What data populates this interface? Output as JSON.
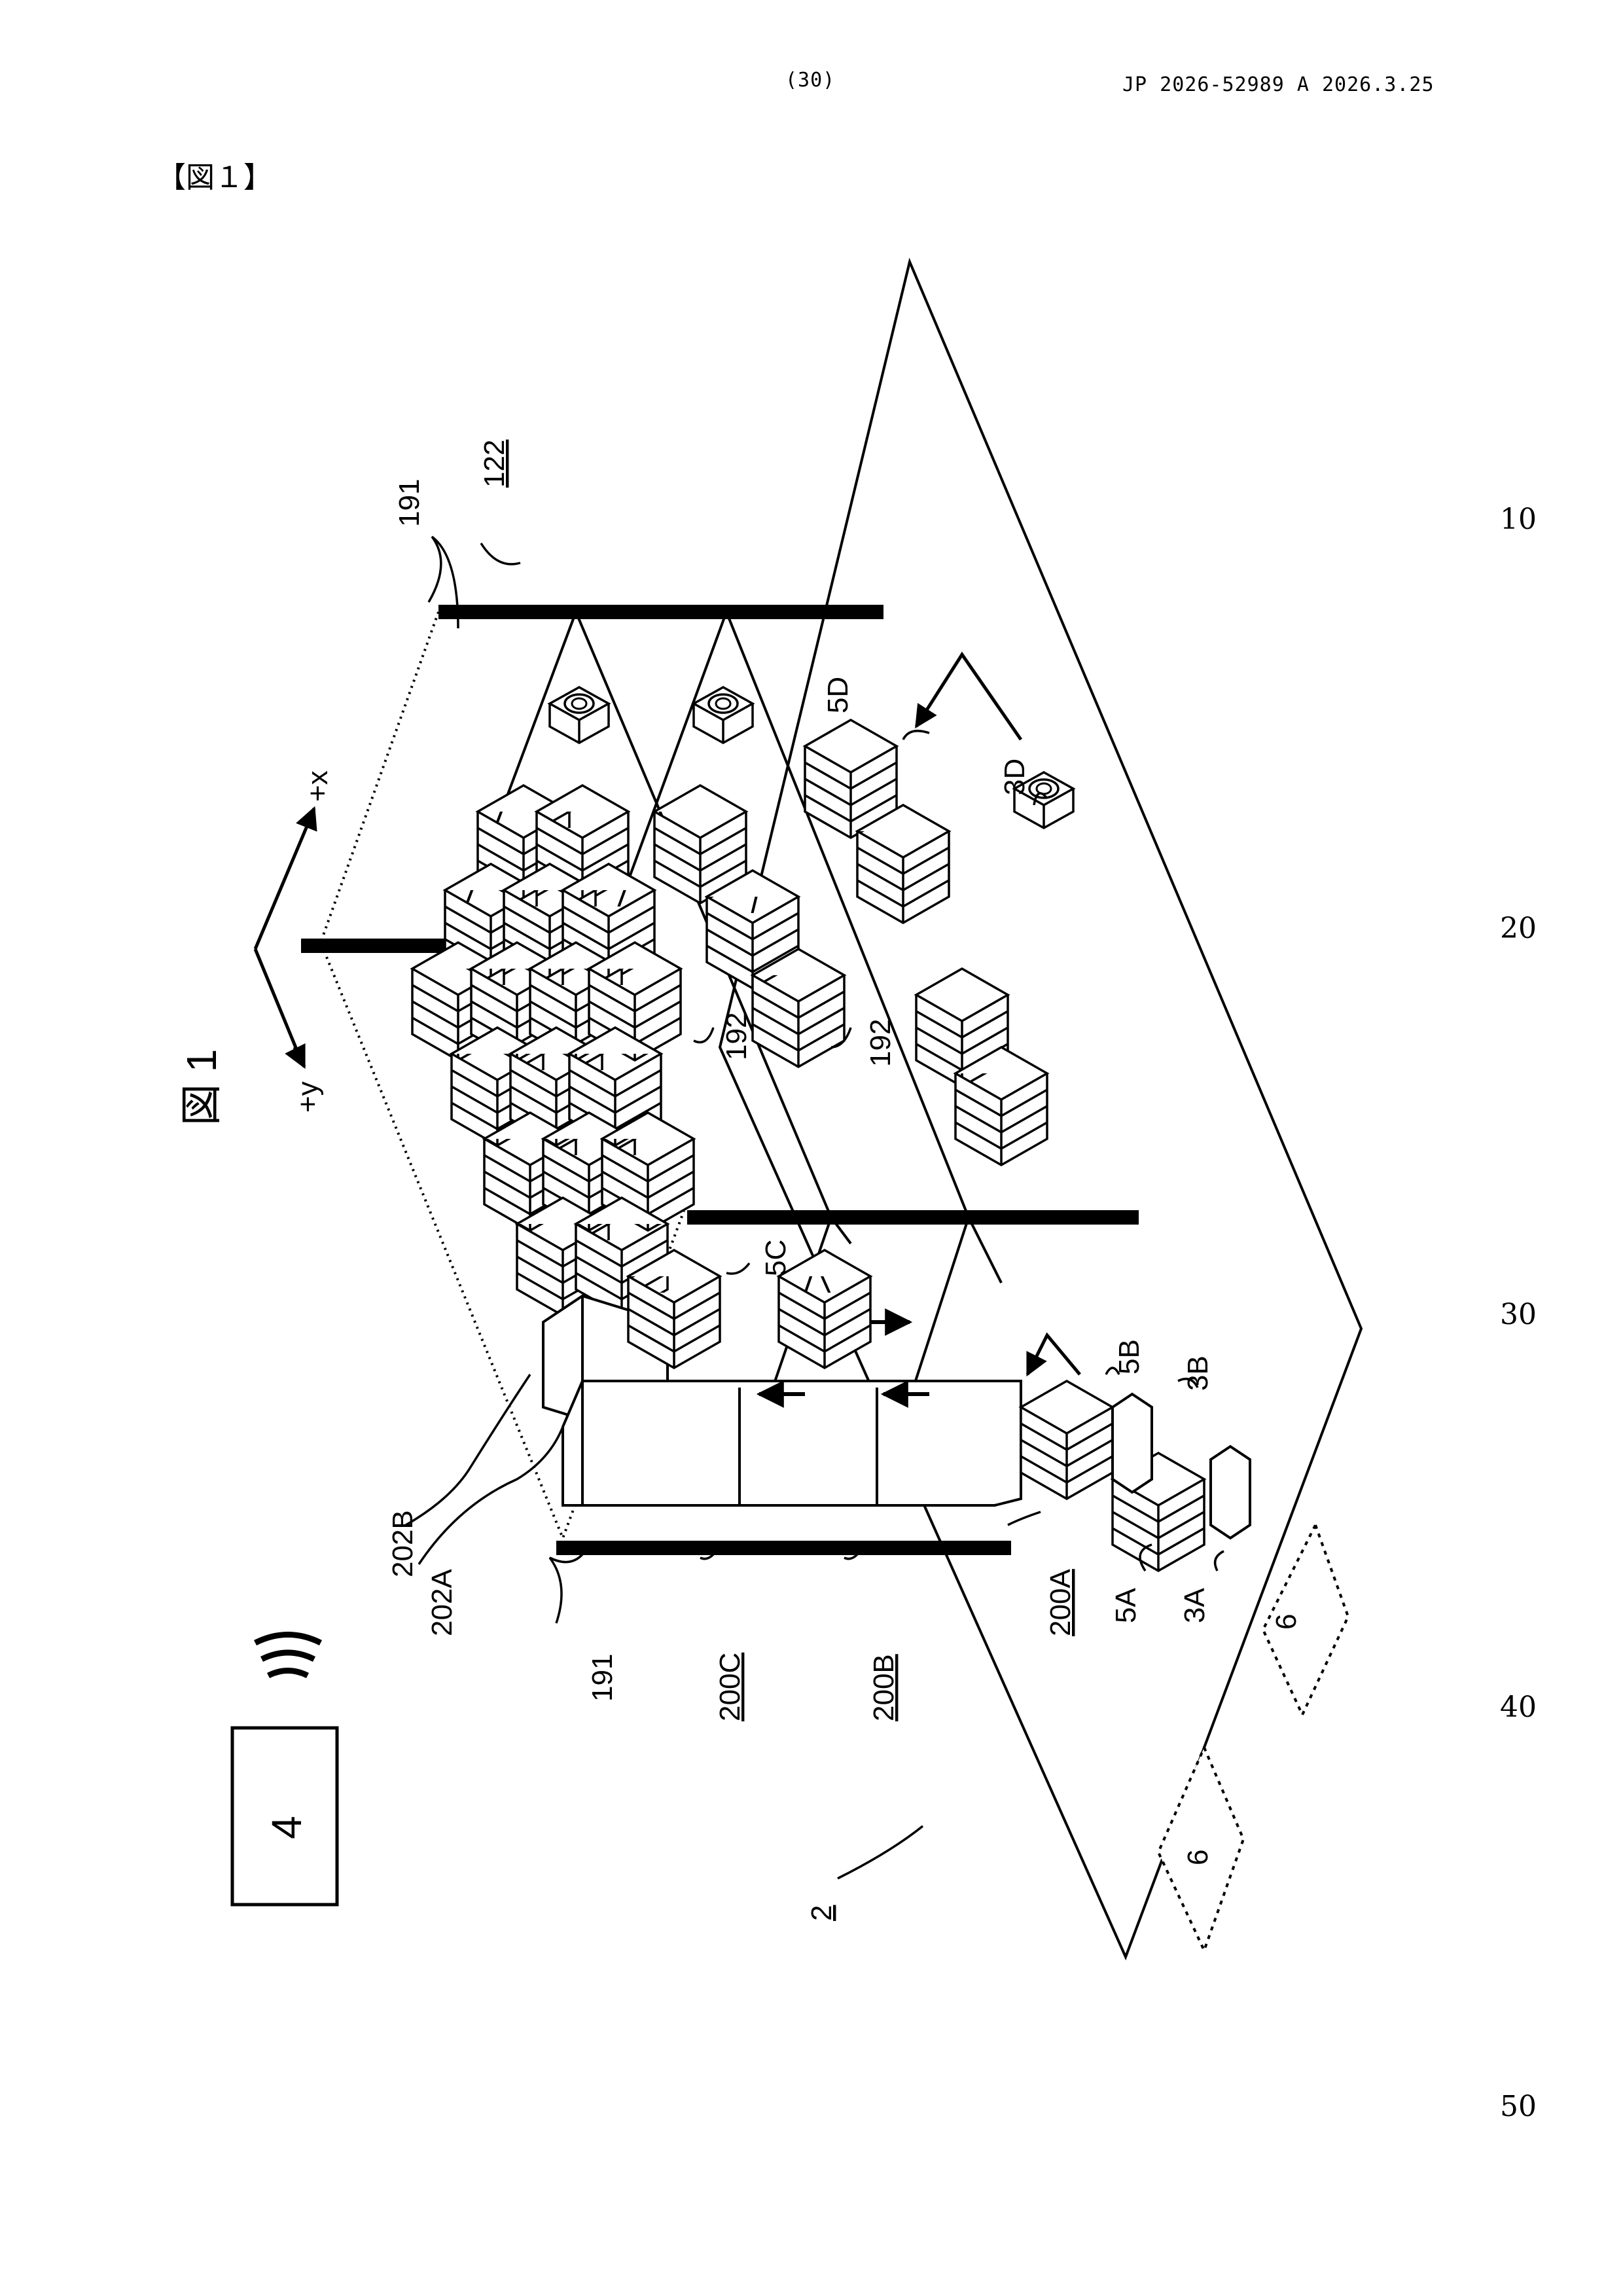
{
  "header": {
    "page_number": "(30)",
    "publication": "JP  2026-52989  A  2026.3.25"
  },
  "figure_label": "【図１】",
  "line_numbers": [
    "10",
    "20",
    "30",
    "40",
    "50"
  ],
  "drawing": {
    "title": "図 1",
    "axis_x": "+x",
    "axis_y": "+y",
    "refs": {
      "r122": "122",
      "r191_top": "191",
      "r191_bottom": "191",
      "r192_a": "192",
      "r192_b": "192",
      "r5D": "5D",
      "r3D": "3D",
      "r5C": "5C",
      "r5B": "5B",
      "r3B": "3B",
      "r5A": "5A",
      "r3A": "3A",
      "r202B": "202B",
      "r202A": "202A",
      "r200C": "200C",
      "r200B": "200B",
      "r200A": "200A",
      "r6_a": "6",
      "r6_b": "6",
      "r4": "4",
      "r2": "2"
    }
  }
}
